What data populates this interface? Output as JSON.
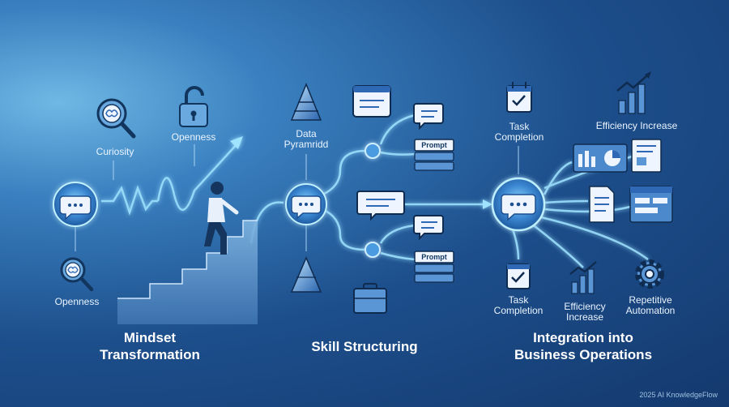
{
  "mindset": {
    "title_l1": "Mindset",
    "title_l2": "Transformation",
    "curiosity": "Curiosity",
    "openness_top": "Openness",
    "openness_bottom": "Openness"
  },
  "skill": {
    "title": "Skill Structuring",
    "pyramid_l1": "Data",
    "pyramid_l2": "Pyramridd",
    "prompt_top": "Prompt",
    "prompt_bottom": "Prompt"
  },
  "integration": {
    "title_l1": "Integration into",
    "title_l2": "Business Operations",
    "task_top_l1": "Task",
    "task_top_l2": "Completion",
    "efficiency_top": "Efficiency Increase",
    "task_bottom_l1": "Task",
    "task_bottom_l2": "Completion",
    "efficiency_bottom_l1": "Efficiency",
    "efficiency_bottom_l2": "Increase",
    "repetitive_l1": "Repetitive",
    "repetitive_l2": "Automation"
  },
  "footer": "2025 AI KnowledgeFlow",
  "colors": {
    "glow": "#9fe3ff",
    "icon_fill": "#eef5ff",
    "icon_accent": "#2f68b4"
  }
}
